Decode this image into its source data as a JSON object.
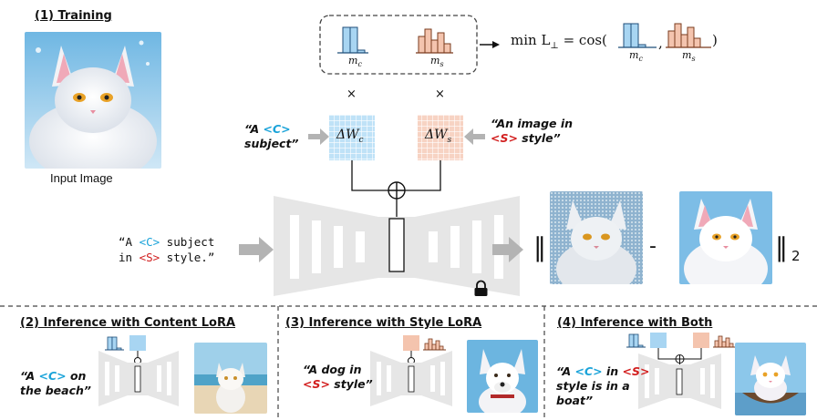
{
  "training": {
    "title": "(1) Training",
    "input_image_label": "Input Image",
    "prompt_content": {
      "pre": "“A ",
      "token": "<C>",
      "post": "subject”"
    },
    "prompt_style": {
      "pre": "“An image in",
      "token": "<S>",
      "post": " style”"
    },
    "main_prompt": {
      "l1_pre": "“A ",
      "token_c": "<C>",
      "l1_post": " subject",
      "l2_pre": "in ",
      "token_s": "<S>",
      "l2_post": " style.”"
    },
    "delta_wc": "ΔW",
    "delta_wc_sub": "c",
    "delta_ws": "ΔW",
    "delta_ws_sub": "s",
    "mc_label": "m",
    "mc_sub": "c",
    "ms_label": "m",
    "ms_sub": "s",
    "times": "×",
    "loss": {
      "text": "min L",
      "sub": "⊥",
      "eq": " = cos(",
      "comma": ",",
      "close": ")"
    },
    "norm_open": "‖",
    "minus": "-",
    "norm_close": "‖",
    "norm_sub": "2"
  },
  "inference": [
    {
      "title": "(2) Inference with Content LoRA",
      "prompt": {
        "l1_pre": "“A ",
        "token": "<C>",
        "l1_post": " on",
        "l2": "the beach”"
      }
    },
    {
      "title": "(3) Inference with Style LoRA",
      "prompt": {
        "l1": "“A dog in",
        "token": "<S>",
        "l2_post": " style”"
      }
    },
    {
      "title": "(4) Inference with Both",
      "prompt": {
        "l1_pre": "“A ",
        "token_c": "<C>",
        "l1_mid": " in ",
        "token_s": "<S>",
        "l2": "style is in a",
        "l3": "boat”"
      }
    }
  ],
  "colors": {
    "content_blue": "#a8d5f2",
    "style_peach": "#f4c4ae",
    "content_token": "#1aa3d9",
    "style_token": "#d21f1f",
    "unet_gray": "#e6e6e6",
    "arrow_gray": "#b3b3b3"
  }
}
